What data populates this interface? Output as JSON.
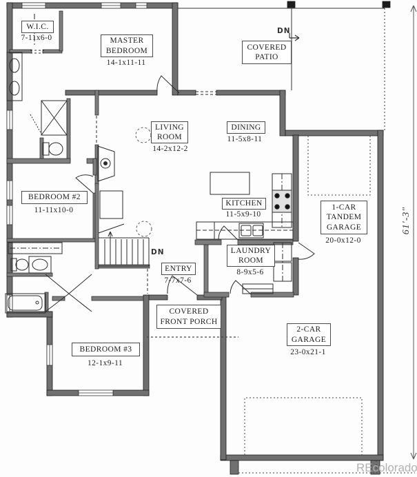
{
  "plan": {
    "rooms": {
      "wic": {
        "label": "W.I.C.",
        "dims": "7-11x6-0"
      },
      "master": {
        "line1": "MASTER",
        "line2": "BEDROOM",
        "dims": "14-1x11-11"
      },
      "patio": {
        "line1": "COVERED",
        "line2": "PATIO"
      },
      "living": {
        "line1": "LIVING",
        "line2": "ROOM",
        "dims": "14-2x12-2"
      },
      "dining": {
        "label": "DINING",
        "dims": "11-5x8-11"
      },
      "kitchen": {
        "label": "KITCHEN",
        "dims": "11-5x9-10"
      },
      "bedroom2": {
        "label": "BEDROOM #2",
        "dims": "11-11x10-0"
      },
      "garage1": {
        "line1": "1-CAR",
        "line2": "TANDEM",
        "line3": "GARAGE",
        "dims": "20-0x12-0"
      },
      "laundry": {
        "line1": "LAUNDRY",
        "line2": "ROOM",
        "dims": "8-9x5-6"
      },
      "entry": {
        "label": "ENTRY",
        "dims": "7-7x7-6"
      },
      "porch": {
        "line1": "COVERED",
        "line2": "FRONT PORCH"
      },
      "bedroom3": {
        "label": "BEDROOM #3",
        "dims": "12-1x9-11"
      },
      "garage2": {
        "line1": "2-CAR",
        "line2": "GARAGE",
        "dims": "23-0x21-1"
      }
    },
    "annotations": {
      "down_patio": "DN",
      "down_stairs": "DN",
      "overall_height": "61'-3\"",
      "watermark": "REcolorado"
    },
    "colors": {
      "wall_fill": "#707070",
      "line": "#2a2a2a",
      "watermark": "#b2b2b2"
    }
  }
}
